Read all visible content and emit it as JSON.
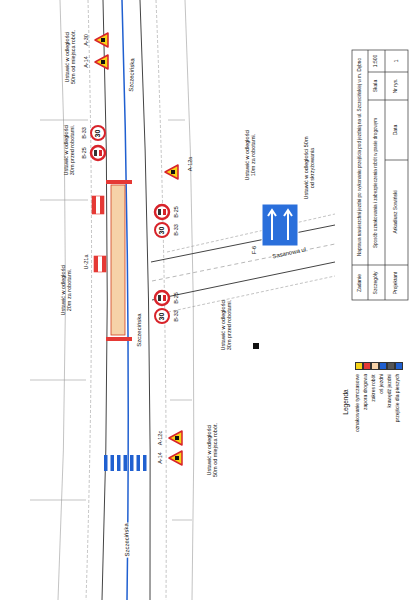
{
  "diagram": {
    "nodes": [
      {
        "text": [
          "30"
        ]
      },
      {
        "text": [
          "30"
        ]
      },
      {
        "text": [
          "30"
        ]
      }
    ],
    "labels": [
      "Szczecińska",
      "Szczecińska",
      "Szczecińska",
      "Sasanowa ul.",
      "A-30",
      "A-14",
      "Ustawić w odległości 50m od miejsca robót.",
      "B-33",
      "B-25",
      "Ustawić w odległości 30m przed robotami.",
      "A-12a",
      "Ustawić w odległości 10m za robotami.",
      "B-25",
      "B-33",
      "U-21a",
      "Ustawić w odległości 20m za robotami.",
      "B-25",
      "B-33",
      "Ustawić w odległości 30m przed robotami.",
      "A-12c",
      "A-14",
      "Ustawić w odległości 50m od miejsca robót.",
      "F-6",
      "Ustawić w odległości 50m od skrzyżowania",
      "Zadanie",
      "Naprawa nawierzchni jezdni po wykonaniu przejścia pod jezdnią na ul. Szczecińskiej w m. Dębno",
      "Szczegóły",
      "Sposób oznakowania i zabezpieczenia robót w pasie drogowym",
      "Skala",
      "1:500",
      "Projektant",
      "Arkadiusz Sowiński",
      "Data",
      "Nr rys.",
      "1",
      "Legenda"
    ],
    "legend": [
      {
        "text": "oznakowanie tymczasowe",
        "color": "#f7d417"
      },
      {
        "text": "zapora drogowa",
        "color": "#e53935"
      },
      {
        "text": "zakres robót",
        "color": "#f6d2a8"
      },
      {
        "text": "oś jezdni",
        "color": "#1f5fd0"
      },
      {
        "text": "krawędź jezdni",
        "color": "#555555"
      },
      {
        "text": "przejście dla pieszych",
        "color": "#2060d0"
      }
    ]
  }
}
